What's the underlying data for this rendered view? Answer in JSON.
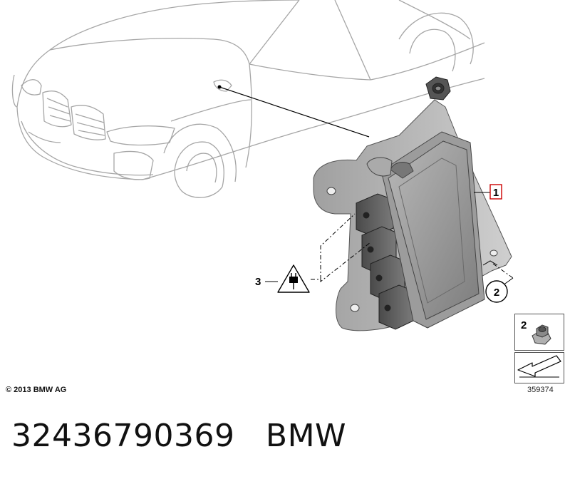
{
  "callouts": {
    "part1": "1",
    "part2": "2",
    "part3": "3"
  },
  "legend": {
    "nut_number": "2"
  },
  "footer": {
    "copyright": "© 2013 BMW AG",
    "diagram_id": "359374"
  },
  "caption": {
    "part_number": "32436790369",
    "brand": "BMW"
  },
  "icons": [
    "power-plug-warning-icon",
    "nut-icon",
    "arrow-icon"
  ],
  "colors": {
    "callout_highlight": "#cc0000",
    "line_art": "#9a9a9a",
    "module_gray": "#8e8e8e"
  }
}
